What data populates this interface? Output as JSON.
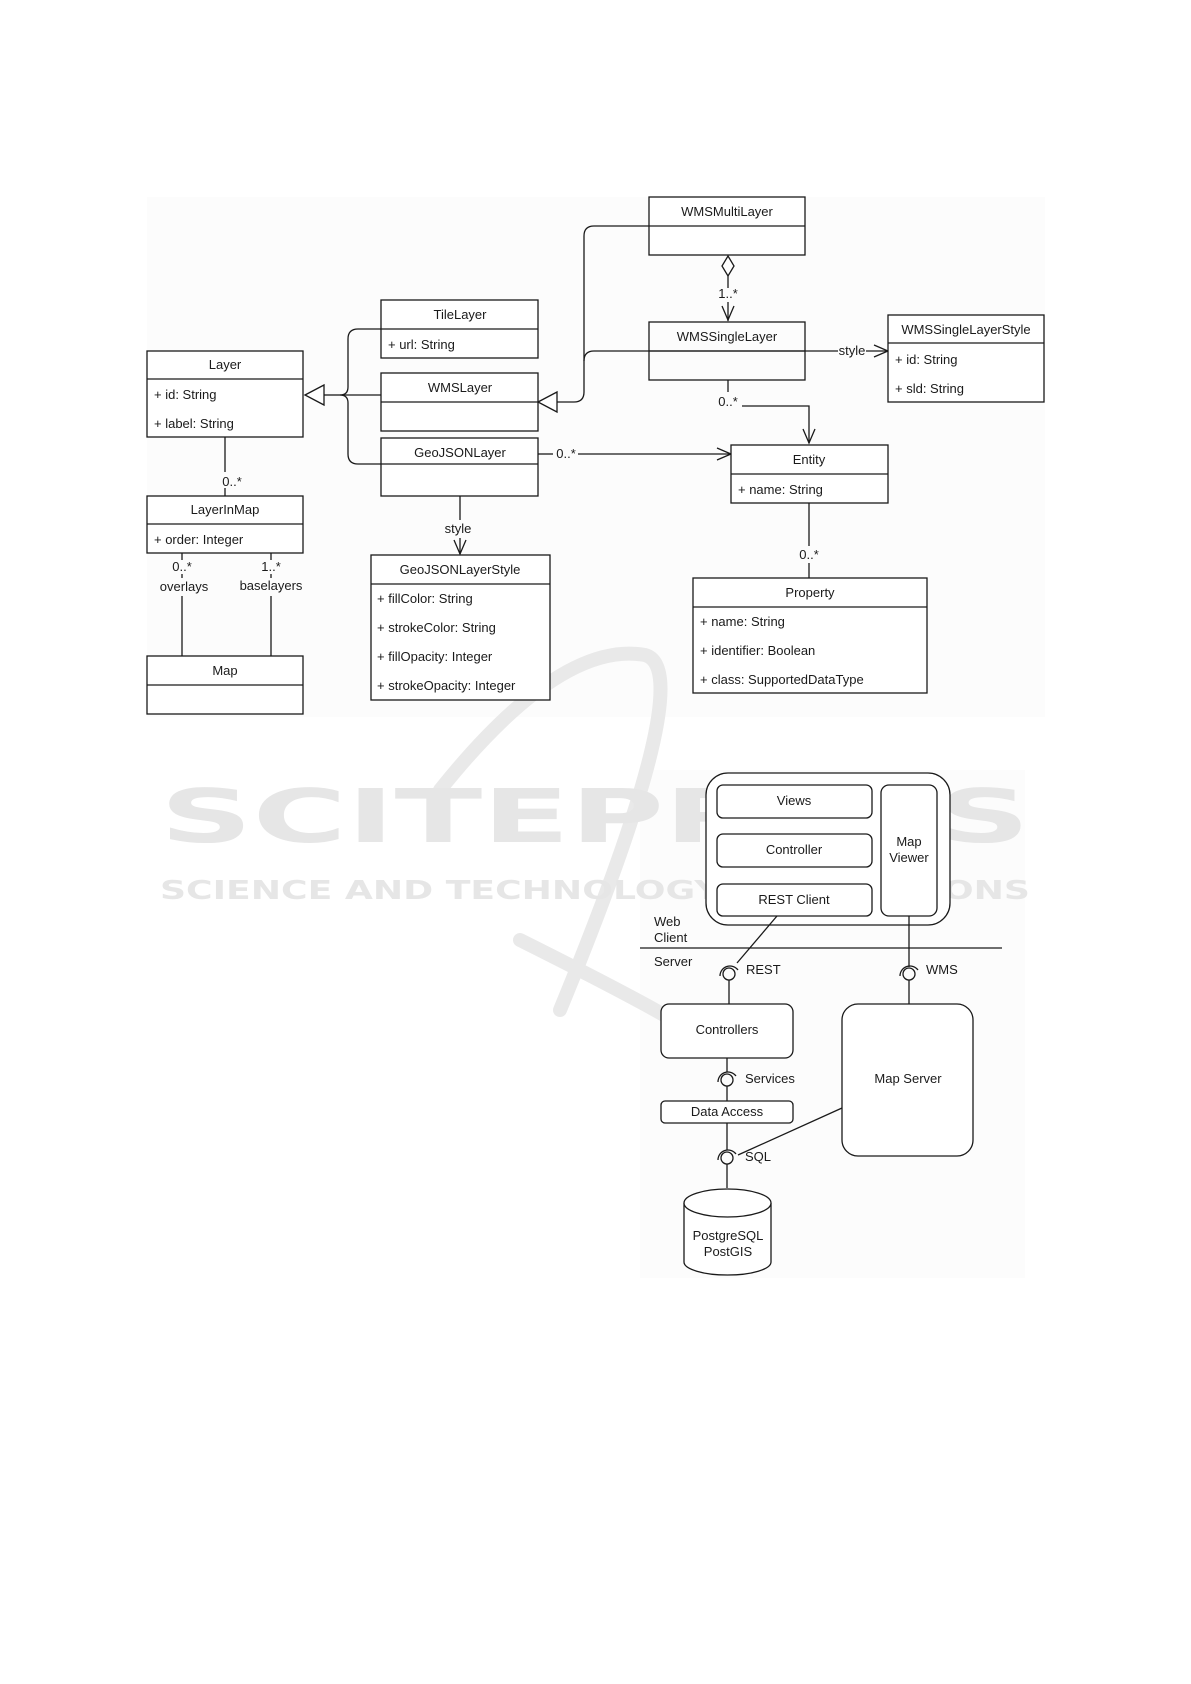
{
  "watermark": {
    "title": "SCITEPRESS",
    "subtitle": "SCIENCE AND TECHNOLOGY PUBLICATIONS"
  },
  "class_diagram": {
    "classes": {
      "layer": {
        "name": "Layer",
        "attributes": [
          "+ id: String",
          "+ label: String"
        ]
      },
      "tile_layer": {
        "name": "TileLayer",
        "attributes": [
          "+ url: String"
        ]
      },
      "wms_layer": {
        "name": "WMSLayer",
        "attributes": []
      },
      "geojson_layer": {
        "name": "GeoJSONLayer",
        "attributes": []
      },
      "wms_multi_layer": {
        "name": "WMSMultiLayer",
        "attributes": []
      },
      "wms_single_layer": {
        "name": "WMSSingleLayer",
        "attributes": []
      },
      "wms_single_layer_style": {
        "name": "WMSSingleLayerStyle",
        "attributes": [
          "+ id: String",
          "+ sld: String"
        ]
      },
      "entity": {
        "name": "Entity",
        "attributes": [
          "+ name: String"
        ]
      },
      "layer_in_map": {
        "name": "LayerInMap",
        "attributes": [
          "+ order: Integer"
        ]
      },
      "map": {
        "name": "Map",
        "attributes": []
      },
      "geojson_layer_style": {
        "name": "GeoJSONLayerStyle",
        "attributes": [
          "+ fillColor: String",
          "+ strokeColor: String",
          "+ fillOpacity: Integer",
          "+ strokeOpacity: Integer"
        ]
      },
      "property": {
        "name": "Property",
        "attributes": [
          "+ name: String",
          "+ identifier: Boolean",
          "+ class: SupportedDataType"
        ]
      }
    },
    "labels": {
      "multi_to_single_mult": "1..*",
      "single_style": "style",
      "single_to_entity_mult": "0..*",
      "geojson_to_entity_mult": "0..*",
      "geojson_style": "style",
      "layer_to_layerinmap_mult": "0..*",
      "entity_to_property_mult": "0..*",
      "overlays_mult": "0..*",
      "overlays_role": "overlays",
      "baselayers_mult": "1..*",
      "baselayers_role": "baselayers"
    }
  },
  "architecture_diagram": {
    "web_client": {
      "label_line1": "Web",
      "label_line2": "Client",
      "views": "Views",
      "controller": "Controller",
      "rest_client": "REST Client",
      "map_viewer_line1": "Map",
      "map_viewer_line2": "Viewer"
    },
    "server": {
      "label": "Server",
      "rest_interface": "REST",
      "wms_interface": "WMS",
      "controllers": "Controllers",
      "services_interface": "Services",
      "data_access": "Data Access",
      "sql_interface": "SQL",
      "map_server": "Map Server",
      "database_line1": "PostgreSQL",
      "database_line2": "PostGIS"
    }
  }
}
